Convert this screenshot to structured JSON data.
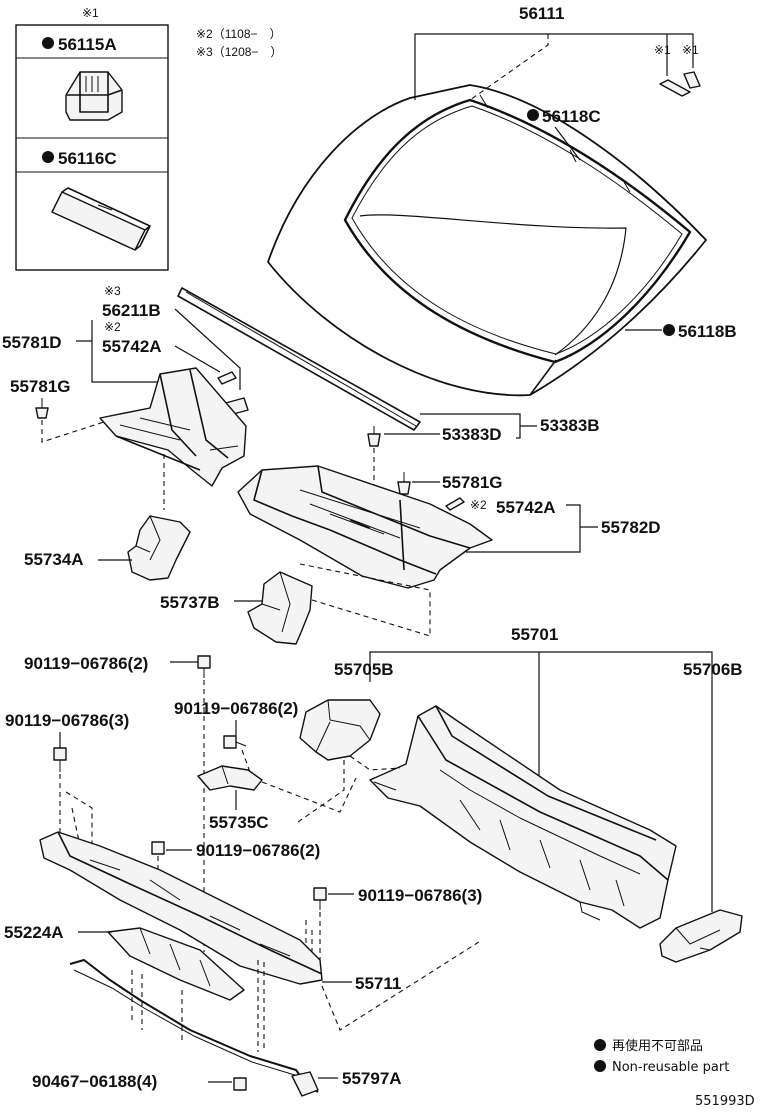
{
  "diagram_id": "551993D",
  "notes": {
    "note1_mark": "※1",
    "note2": "※2（1108−　）",
    "note3": "※3（1208−　）"
  },
  "inset": {
    "mark": "※1",
    "items": [
      {
        "part": "56115A"
      },
      {
        "part": "56116C"
      }
    ]
  },
  "labels": {
    "p56111": "56111",
    "mark_x1a": "※1",
    "mark_x1b": "※1",
    "p56118C": "56118C",
    "p56118B": "56118B",
    "mark_x3": "※3",
    "p56211B": "56211B",
    "p55781D": "55781D",
    "mark_x2a": "※2",
    "p55742A_left": "55742A",
    "p55781G_left": "55781G",
    "p53383D": "53383D",
    "p53383B": "53383B",
    "p55781G_mid": "55781G",
    "mark_x2b": "※2",
    "p55742A_right": "55742A",
    "p55782D": "55782D",
    "p55734A": "55734A",
    "p55737B": "55737B",
    "p55701": "55701",
    "p55705B": "55705B",
    "p55706B": "55706B",
    "bolt_1": "90119−06786(2)",
    "bolt_2": "90119−06786(2)",
    "bolt_3": "90119−06786(3)",
    "p55735C": "55735C",
    "bolt_4": "90119−06786(2)",
    "bolt_5": "90119−06786(3)",
    "p55224A": "55224A",
    "p55711": "55711",
    "clip_1": "90467−06188(4)",
    "p55797A": "55797A"
  },
  "legend": {
    "line1": "再使用不可部品",
    "line2": "Non-reusable part"
  }
}
